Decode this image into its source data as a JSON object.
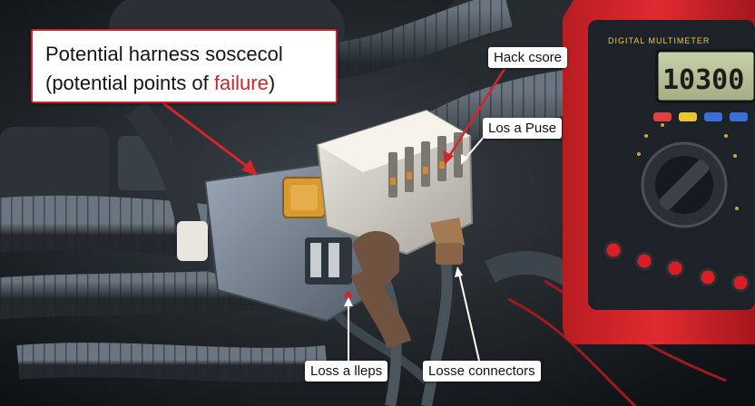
{
  "callouts": {
    "main_title": {
      "line1": "Potential harness soscecol",
      "line2_prefix": "(potential points of ",
      "line2_accent": "failure",
      "line2_suffix": ")"
    },
    "hack_csore": "Hack csore",
    "los_a_puse": "Los a Puse",
    "loss_a_lleps": "Loss a lleps",
    "losse_connectors": "Losse connectors"
  },
  "multimeter": {
    "display_value": "10300",
    "brand_text": "DIGITAL MULTIMETER"
  },
  "colors": {
    "callout_accent": "#c8262a",
    "multimeter_body": "#d7262c",
    "display_lcd": "#b9c39a",
    "fuse_amber": "#d99a2e",
    "connector_brown": "#7a5a42",
    "hose_gray": "#4d5660"
  }
}
